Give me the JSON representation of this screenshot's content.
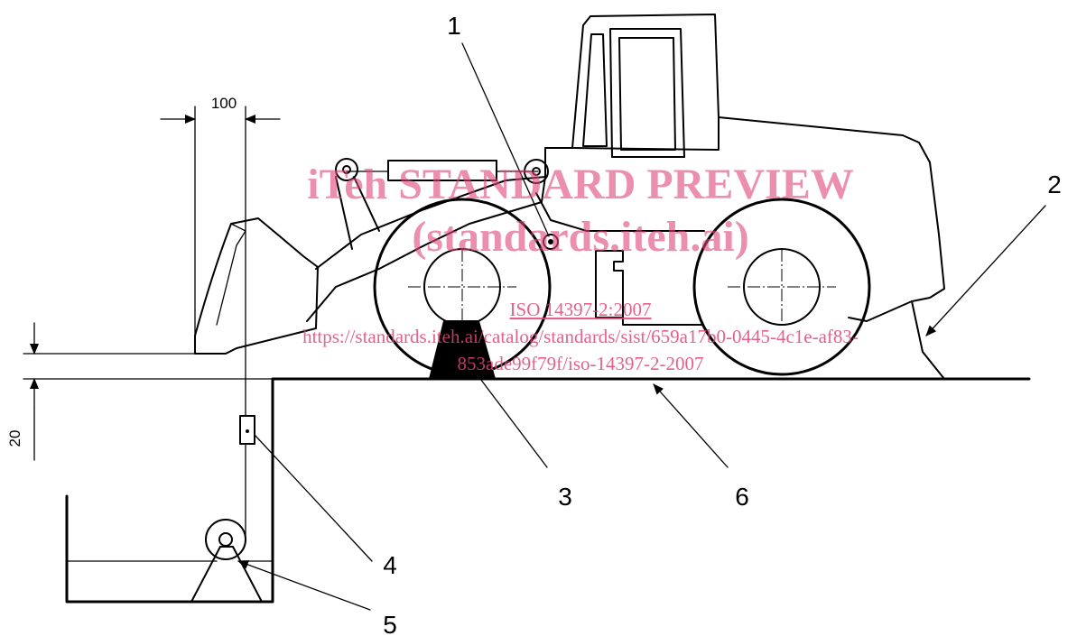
{
  "callouts": {
    "c1": "1",
    "c2": "2",
    "c3": "3",
    "c4": "4",
    "c5": "5",
    "c6": "6"
  },
  "dimensions": {
    "width_label": "100",
    "height_label": "20"
  },
  "watermark": {
    "line1": "iTeh STANDARD PREVIEW",
    "line2": "(standards.iteh.ai)",
    "line3": "ISO 14397-2:2007",
    "line4": "https://standards.iteh.ai/catalog/standards/sist/659a17b0-0445-4c1e-af83-",
    "line5": "853ade99f79f/iso-14397-2-2007"
  }
}
